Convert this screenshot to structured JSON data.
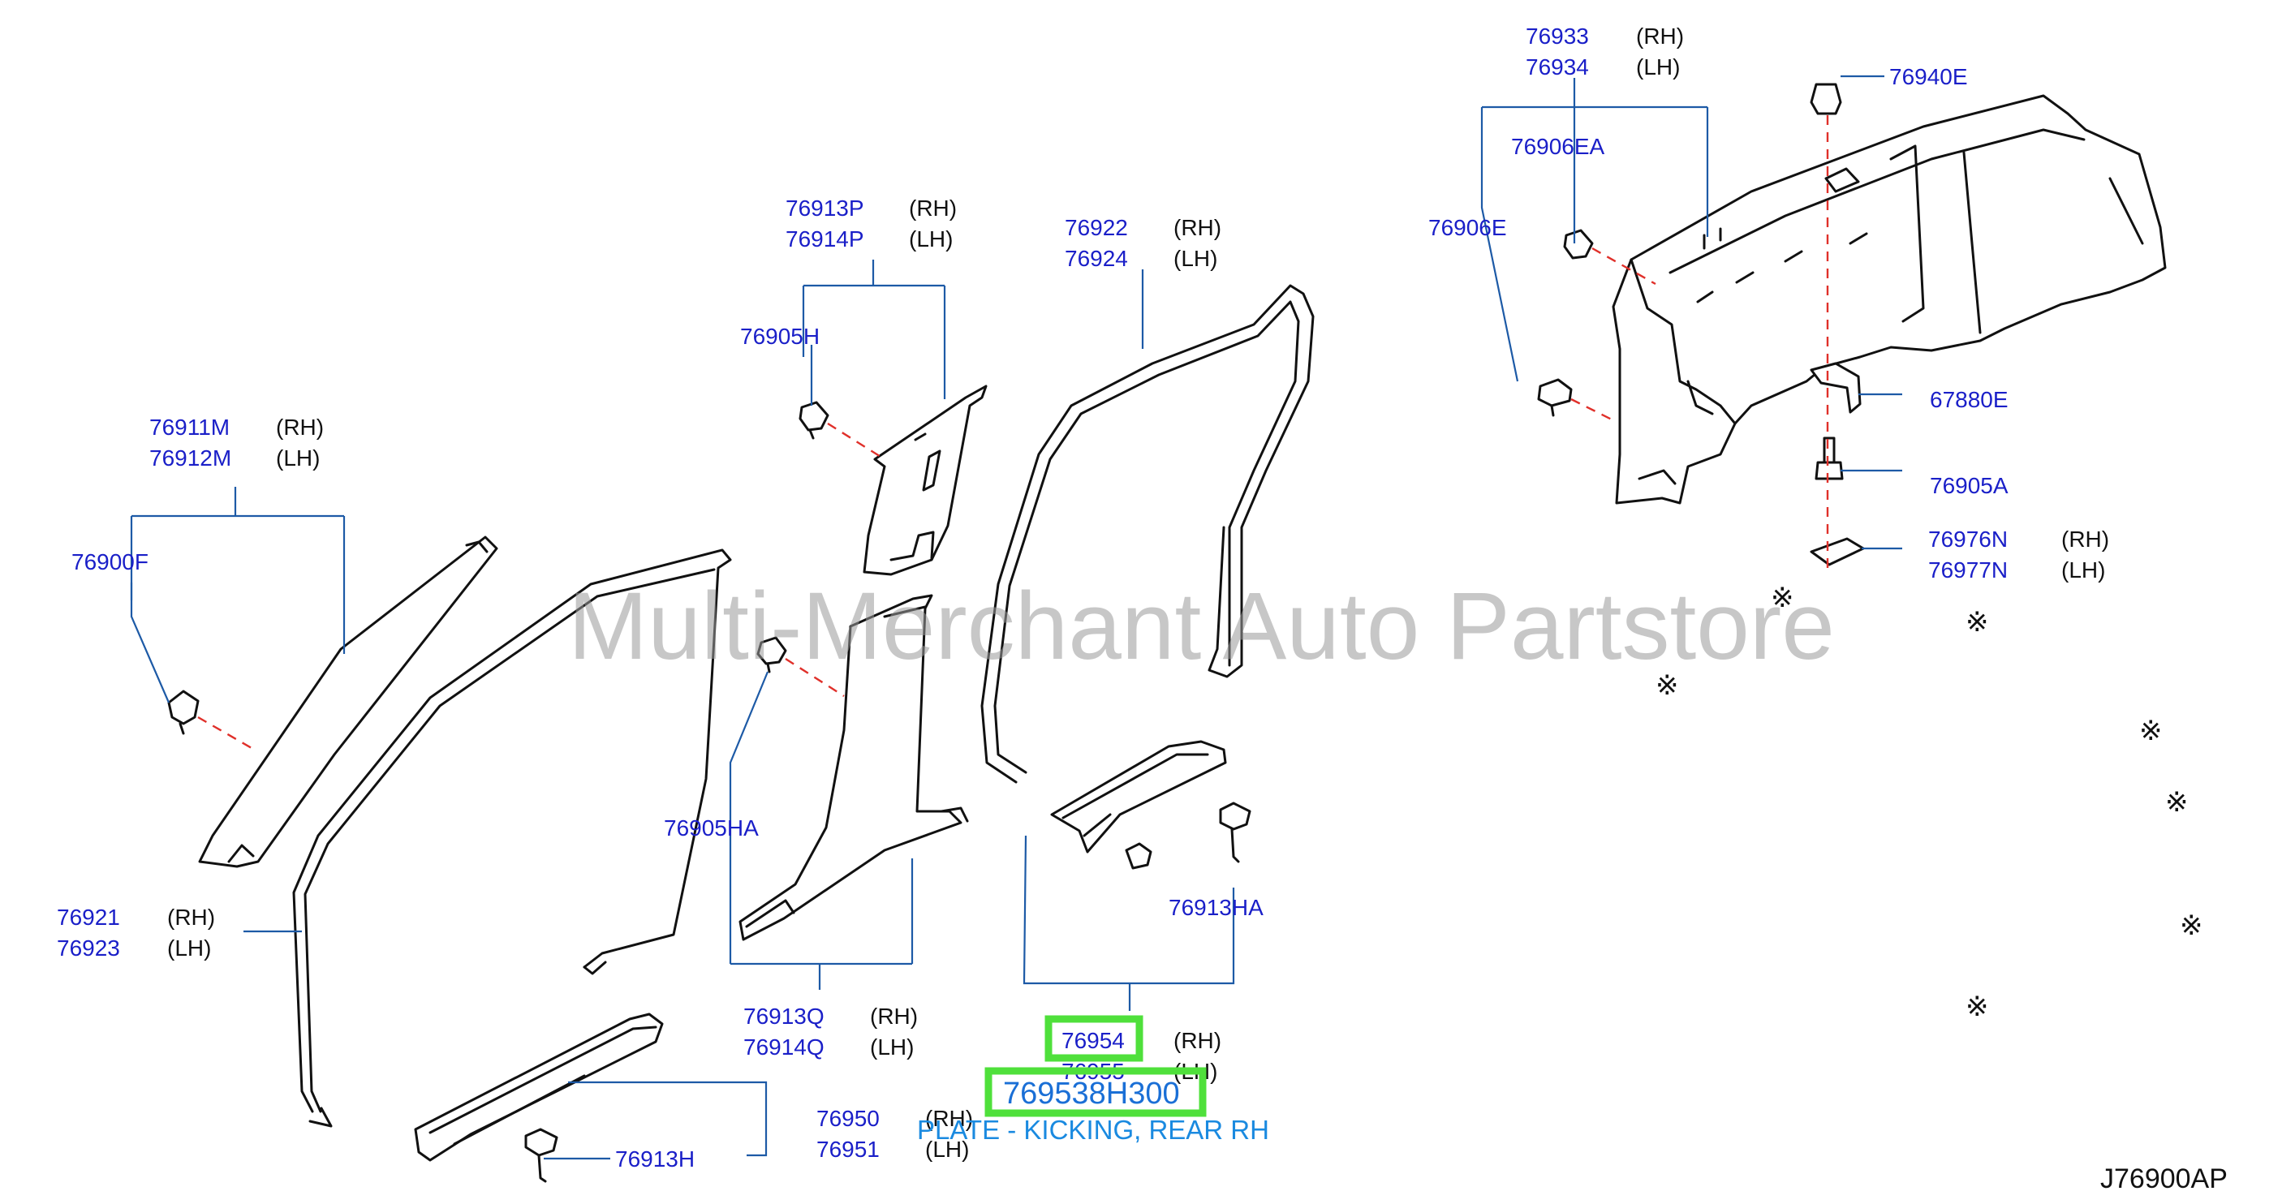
{
  "watermark": "Multi-Merchant Auto Partstore",
  "diagram_code": "J76900AP",
  "highlight": {
    "part_number": "769538H300",
    "description": "PLATE - KICKING, REAR RH"
  },
  "callouts": {
    "c76933": "76933",
    "c76933s": "(RH)",
    "c76934": "76934",
    "c76934s": "(LH)",
    "c76940E": "76940E",
    "c76906EA": "76906EA",
    "c76906E": "76906E",
    "c67880E": "67880E",
    "c76905A": "76905A",
    "c76976N": "76976N",
    "c76976Ns": "(RH)",
    "c76977N": "76977N",
    "c76977Ns": "(LH)",
    "c76913P": "76913P",
    "c76913Ps": "(RH)",
    "c76914P": "76914P",
    "c76914Ps": "(LH)",
    "c76922": "76922",
    "c76922s": "(RH)",
    "c76924": "76924",
    "c76924s": "(LH)",
    "c76905H": "76905H",
    "c76911M": "76911M",
    "c76911Ms": "(RH)",
    "c76912M": "76912M",
    "c76912Ms": "(LH)",
    "c76900F": "76900F",
    "c76905HA": "76905HA",
    "c76913HA": "76913HA",
    "c76921": "76921",
    "c76921s": "(RH)",
    "c76923": "76923",
    "c76923s": "(LH)",
    "c76913Q": "76913Q",
    "c76913Qs": "(RH)",
    "c76914Q": "76914Q",
    "c76914Qs": "(LH)",
    "c76954": "76954",
    "c76954s": "(RH)",
    "c76955": "76955",
    "c76955s": "(LH)",
    "c76950": "76950",
    "c76950s": "(RH)",
    "c76951": "76951",
    "c76951s": "(LH)",
    "c76913H": "76913H"
  },
  "symbol_mark": "※"
}
